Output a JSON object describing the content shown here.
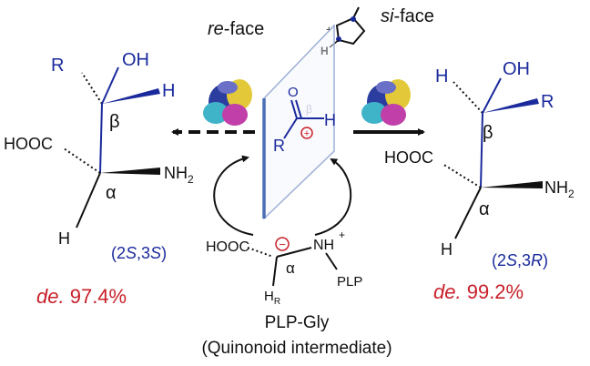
{
  "faces": {
    "re_italic": "re",
    "re_rest": "-face",
    "si_italic": "si",
    "si_rest": "-face"
  },
  "left_product": {
    "R": "R",
    "OH": "OH",
    "H_top": "H",
    "beta": "β",
    "HOOC": "HOOC",
    "NH2_base": "NH",
    "NH2_sub": "2",
    "alpha": "α",
    "H_bottom": "H",
    "config_open": "(2",
    "config_S1": "S",
    "config_mid": ",3",
    "config_S2": "S",
    "config_close": ")",
    "de_italic": "de.",
    "de_value": "97.4%"
  },
  "right_product": {
    "H_top": "H",
    "OH": "OH",
    "R": "R",
    "beta": "β",
    "HOOC": "HOOC",
    "NH2_base": "NH",
    "NH2_sub": "2",
    "alpha": "α",
    "H_bottom": "H",
    "config_open": "(2",
    "config_S": "S",
    "config_mid": ",3",
    "config_R": "R",
    "config_close": ")",
    "de_italic": "de.",
    "de_value": "99.2%"
  },
  "aldehyde": {
    "O": "O",
    "R": "R",
    "H": "H",
    "beta": "β",
    "charge": "+"
  },
  "imidazole": {
    "H": "H",
    "N_plus": "+"
  },
  "intermediate": {
    "HOOC": "HOOC",
    "minus": "−",
    "NH": "NH",
    "plus": "+",
    "alpha": "α",
    "PLP": "PLP",
    "H_base": "H",
    "H_sub": "R"
  },
  "captions": {
    "line1": "PLP-Gly",
    "line2": "(Quinonoid intermediate)"
  },
  "colors": {
    "blue": "#1a2a9c",
    "red": "#c8202a",
    "black": "#111111",
    "plane": "#4a6fb5"
  }
}
